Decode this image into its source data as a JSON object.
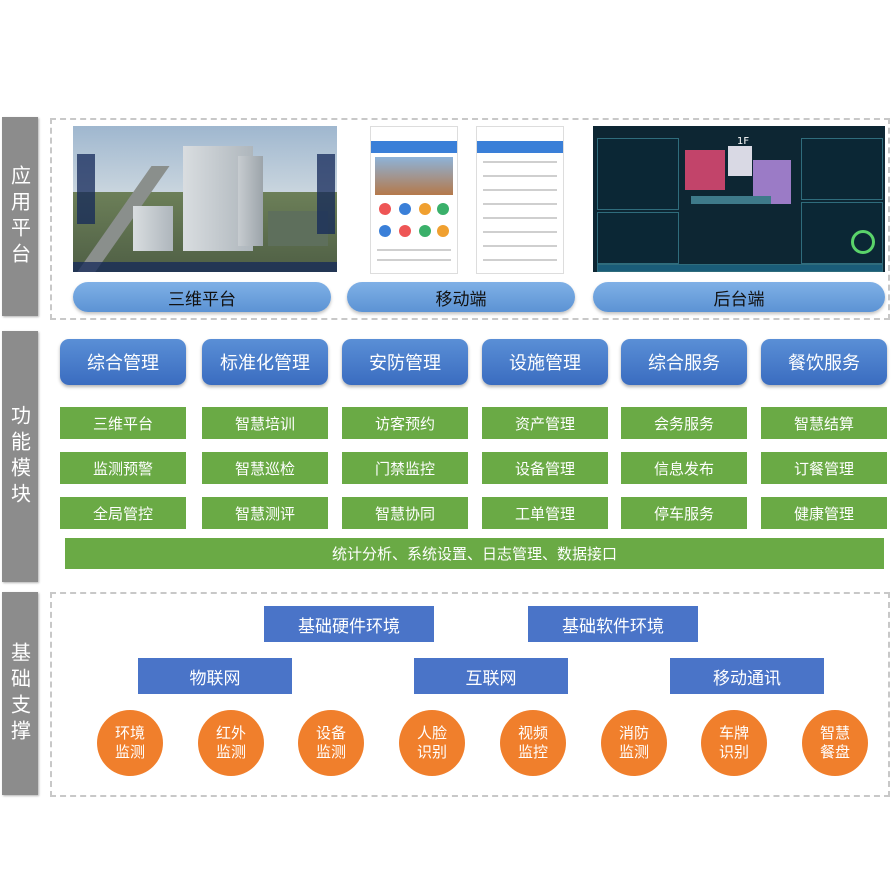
{
  "sections": {
    "application": "应用平台",
    "function": "功能模块",
    "foundation": "基础支撑"
  },
  "platforms": [
    "三维平台",
    "移动端",
    "后台端"
  ],
  "categories": [
    "综合管理",
    "标准化管理",
    "安防管理",
    "设施管理",
    "综合服务",
    "餐饮服务"
  ],
  "modules": [
    [
      "三维平台",
      "监测预警",
      "全局管控"
    ],
    [
      "智慧培训",
      "智慧巡检",
      "智慧测评"
    ],
    [
      "访客预约",
      "门禁监控",
      "智慧协同"
    ],
    [
      "资产管理",
      "设备管理",
      "工单管理"
    ],
    [
      "会务服务",
      "信息发布",
      "停车服务"
    ],
    [
      "智慧结算",
      "订餐管理",
      "健康管理"
    ]
  ],
  "common": "统计分析、系统设置、日志管理、数据接口",
  "environments": [
    "基础硬件环境",
    "基础软件环境"
  ],
  "networks": [
    "物联网",
    "互联网",
    "移动通讯"
  ],
  "devices": [
    "环境\n监测",
    "红外\n监测",
    "设备\n监测",
    "人脸\n识别",
    "视频\n监控",
    "消防\n监测",
    "车牌\n识别",
    "智慧\n餐盘"
  ],
  "screens": {
    "dashboard_floor": "1F"
  },
  "colors": {
    "side": "#8c8c8c",
    "platform_pill": "#6fa3df",
    "category": "#4a7fcf",
    "module": "#6aaa45",
    "network_box": "#4a74c8",
    "device_circle": "#f07f2c"
  }
}
